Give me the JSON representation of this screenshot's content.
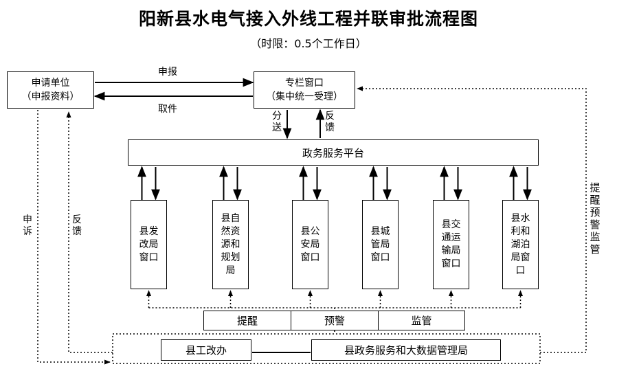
{
  "title": "阳新县水电气接入外线工程并联审批流程图",
  "subtitle": "（时限：0.5个工作日）",
  "applicant": {
    "line1": "申请单位",
    "line2": "（申报资料）"
  },
  "window": {
    "line1": "专栏窗口",
    "line2": "（集中统一受理）"
  },
  "arrows": {
    "submit": "申报",
    "pickup": "取件",
    "dispatch": "分送",
    "feedback_top": "反馈",
    "complain": "申诉",
    "feedback_left": "反馈",
    "right_side": "提醒 预警 监管"
  },
  "platform": "政务服务平台",
  "departments": [
    {
      "id": "fagai",
      "label": "县发改局窗口"
    },
    {
      "id": "ziran",
      "label": "县自然资源和规划局"
    },
    {
      "id": "gongan",
      "label": "县公安局窗口"
    },
    {
      "id": "chengguan",
      "label": "县城管局窗口"
    },
    {
      "id": "jiaotong",
      "label": "县交通运输局窗口"
    },
    {
      "id": "shuili",
      "label": "县水利和湖泊局窗口"
    }
  ],
  "supervision": [
    "提醒",
    "预警",
    "监管"
  ],
  "bottom": {
    "reform_office": "县工改办",
    "data_bureau": "县政务服务和大数据管理局"
  }
}
